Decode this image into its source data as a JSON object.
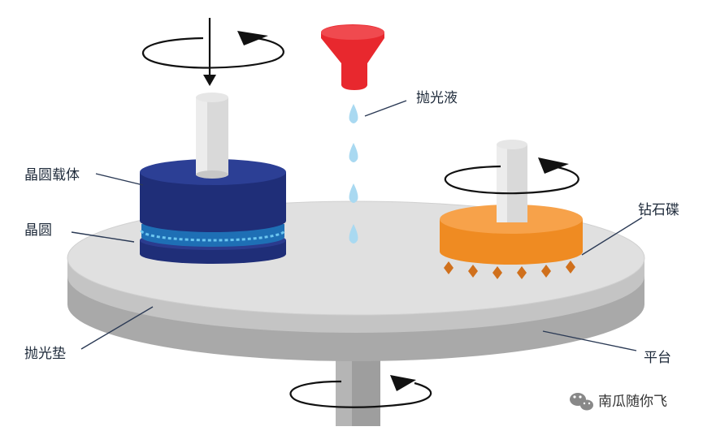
{
  "labels": {
    "wafer_carrier": "晶圆载体",
    "wafer": "晶圆",
    "polishing_pad": "抛光垫",
    "slurry": "抛光液",
    "diamond_disc": "钻石碟",
    "platen": "平台"
  },
  "watermark": {
    "text": "南瓜随你飞"
  },
  "colors": {
    "carrier_top": "#27388a",
    "carrier_side": "#1f2e78",
    "wafer_band": "#2a9bd6",
    "pad_top": "#dcdcdc",
    "pad_edge": "#c8c8c8",
    "platen_side": "#b3b3b3",
    "shaft": "#d9d9d9",
    "nozzle": "#e8282e",
    "droplet": "#a8d8f0",
    "disc_top": "#f7a24a",
    "disc_side": "#ef8b22",
    "diamond": "#d9741a"
  }
}
